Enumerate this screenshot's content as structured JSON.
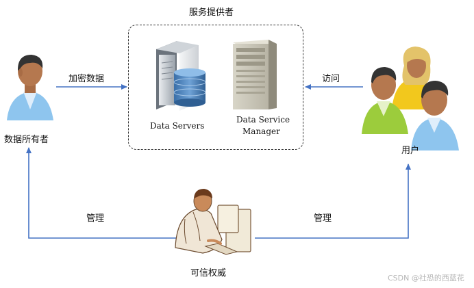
{
  "diagram": {
    "provider_title": "服务提供者",
    "data_servers": "Data Servers",
    "dsm_line1": "Data Service",
    "dsm_line2": "Manager",
    "owner": "数据所有者",
    "users": "用户",
    "authority": "可信权威",
    "edge_encrypt": "加密数据",
    "edge_access": "访问",
    "edge_manage_left": "管理",
    "edge_manage_right": "管理"
  },
  "watermark": "CSDN @社恐的西蓝花",
  "colors": {
    "arrow": "#4472c4",
    "box_border": "#333333",
    "skin": "#b5784f",
    "hair": "#333333",
    "shirt_blue": "#8ec5ee",
    "shirt_green": "#9ccc3c",
    "shirt_yellow": "#f2c81d",
    "hair_blonde": "#e3c36a"
  }
}
